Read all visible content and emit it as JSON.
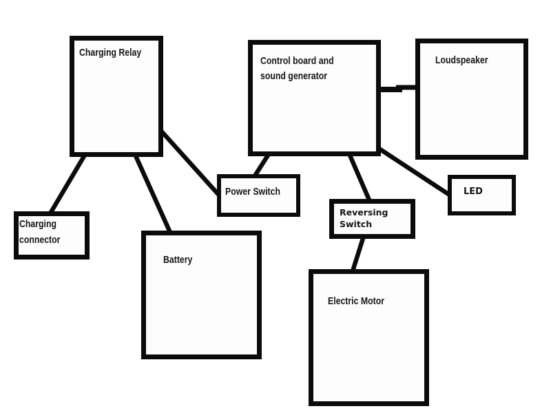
{
  "canvas": {
    "background": "#ffffff",
    "line_color": "#0b0b0b"
  },
  "nodes": {
    "charging_relay": {
      "label": "Charging Relay"
    },
    "control_board": {
      "label": "Control board and\nsound generator"
    },
    "loudspeaker": {
      "label": "Loudspeaker"
    },
    "power_switch": {
      "label": "Power Switch"
    },
    "led": {
      "label": "LED"
    },
    "reversing_switch": {
      "label": "Reversing\nSwitch"
    },
    "battery": {
      "label": "Battery"
    },
    "charging_connector": {
      "label": "Charging\nconnector"
    },
    "electric_motor": {
      "label": "Electric Motor"
    }
  },
  "edges": [
    {
      "from": "charging_relay",
      "to": "charging_connector"
    },
    {
      "from": "charging_relay",
      "to": "battery"
    },
    {
      "from": "charging_relay",
      "to": "power_switch"
    },
    {
      "from": "control_board",
      "to": "power_switch"
    },
    {
      "from": "control_board",
      "to": "reversing_switch"
    },
    {
      "from": "control_board",
      "to": "led"
    },
    {
      "from": "control_board",
      "to": "loudspeaker"
    },
    {
      "from": "reversing_switch",
      "to": "electric_motor"
    }
  ]
}
